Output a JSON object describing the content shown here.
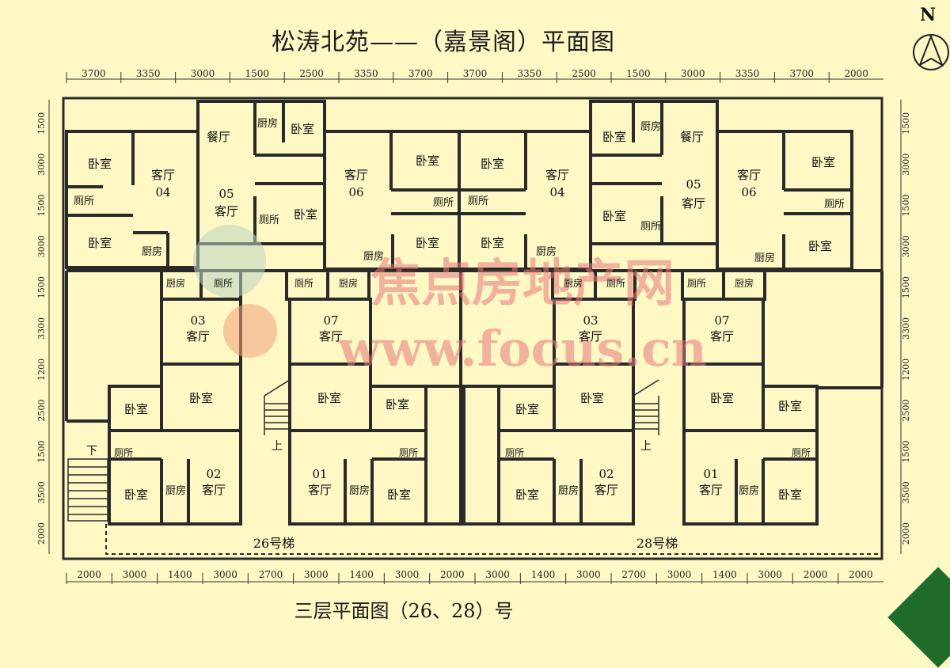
{
  "title": "松涛北苑——（嘉景阁）平面图",
  "subtitle": "三层平面图（26、28）号",
  "north_label": "N",
  "watermark": {
    "line1": "焦点房地产网",
    "line2": "www.focus.cn"
  },
  "stairs": {
    "left": "26号梯",
    "right": "28号梯",
    "up": "上",
    "down": "下"
  },
  "dims_top": [
    "3700",
    "3350",
    "3000",
    "1500",
    "2500",
    "3350",
    "3700",
    "3700",
    "3350",
    "2500",
    "1500",
    "3000",
    "3350",
    "3700",
    "2000"
  ],
  "dims_bottom": [
    "2000",
    "3000",
    "1400",
    "3000",
    "2700",
    "3000",
    "1400",
    "3000",
    "2000",
    "3000",
    "1400",
    "3000",
    "2700",
    "3000",
    "1400",
    "3000",
    "2000",
    "2000"
  ],
  "dims_left": [
    "1500",
    "3000",
    "1500",
    "3000",
    "1500",
    "3300",
    "1200",
    "2500",
    "1500",
    "3500",
    "2000"
  ],
  "dims_right": [
    "1500",
    "3000",
    "1500",
    "3000",
    "1500",
    "3300",
    "1200",
    "2500",
    "1500",
    "3500",
    "2000"
  ],
  "rooms": {
    "bedroom": "卧室",
    "living": "客厅",
    "kitchen": "厨房",
    "toilet": "厕所",
    "dining": "餐厅"
  },
  "unit_labels": {
    "u04": "04",
    "u05": "05",
    "u06": "06",
    "u03": "03",
    "u07": "07",
    "u01": "01",
    "u02": "02"
  },
  "colors": {
    "background": "#fdf8c4",
    "wall": "#2a2a2a",
    "watermark": "#e87a7a"
  }
}
